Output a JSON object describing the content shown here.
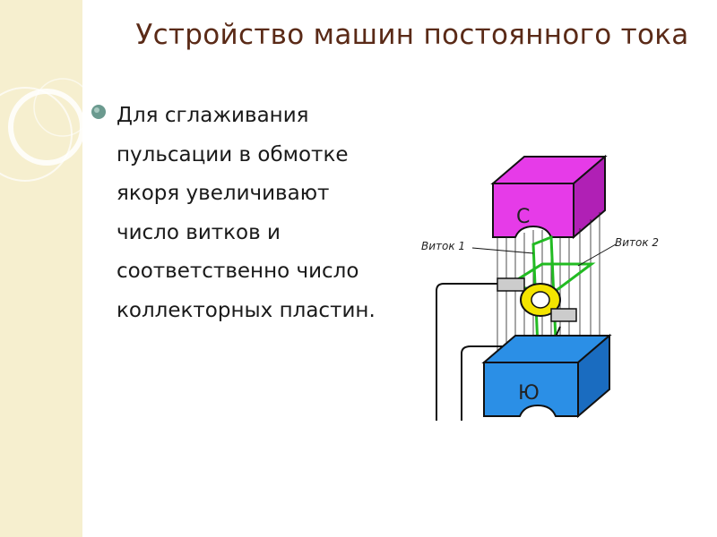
{
  "slide": {
    "title": "Устройство машин постоянного тока",
    "bullet_text": "Для сглаживания пульсации в обмотке якоря увеличивают число витков и соответственно число коллекторных пластин."
  },
  "diagram": {
    "labels": {
      "vitok1": "Виток 1",
      "vitok2": "Виток 2",
      "north_pole": "С",
      "south_pole": "Ю"
    }
  },
  "colors": {
    "title": "#5a2a17",
    "bullet": "#6b9a8f",
    "side_strip": "#f6efcf",
    "north_pole": "#e63be8",
    "south_pole": "#2b8fe6",
    "winding": "#22bb22"
  }
}
